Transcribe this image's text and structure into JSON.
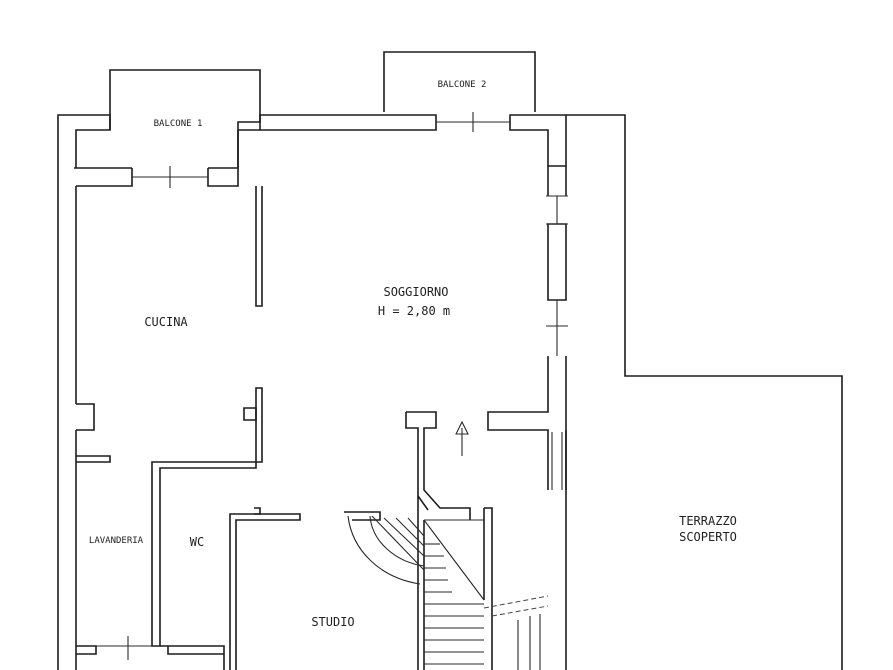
{
  "rooms": {
    "balcone_1": "BALCONE 1",
    "balcone_2": "BALCONE 2",
    "soggiorno": "SOGGIORNO",
    "soggiorno_height": "H = 2,80 m",
    "cucina": "CUCINA",
    "lavanderia": "LAVANDERIA",
    "wc": "WC",
    "studio": "STUDIO",
    "terrazzo_line1": "TERRAZZO",
    "terrazzo_line2": "SCOPERTO"
  },
  "colors": {
    "background": "#ffffff",
    "line": "#1c1c1c"
  }
}
